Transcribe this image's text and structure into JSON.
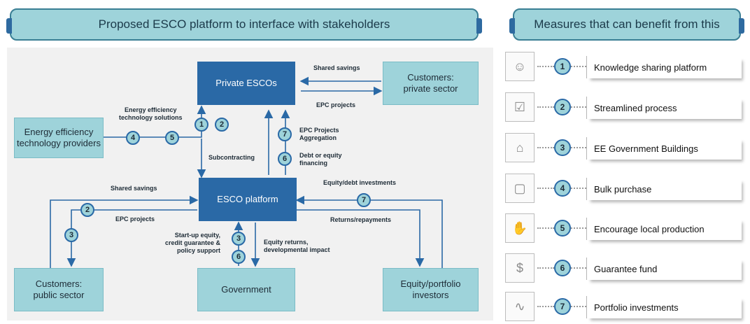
{
  "left_title": "Proposed ESCO platform to interface with stakeholders",
  "right_title": "Measures that can benefit from this",
  "nodes": {
    "private_escos": "Private ESCOs",
    "customers_private": "Customers:\nprivate sector",
    "ee_providers": "Energy efficiency\ntechnology providers",
    "esco_platform": "ESCO platform",
    "customers_public": "Customers:\npublic sector",
    "government": "Government",
    "equity_investors": "Equity/portfolio\ninvestors"
  },
  "labels": {
    "shared_savings_top": "Shared savings",
    "epc_projects_top": "EPC projects",
    "ee_tech_solutions": "Energy efficiency\ntechnology solutions",
    "subcontracting": "Subcontracting",
    "epc_aggregation": "EPC Projects\nAggregation",
    "debt_equity": "Debt or equity\nfinancing",
    "shared_savings_left": "Shared savings",
    "epc_projects_left": "EPC projects",
    "equity_debt_investments": "Equity/debt investments",
    "returns_repayments": "Returns/repayments",
    "startup_equity": "Start-up equity,\ncredit guarantee &\npolicy support",
    "equity_returns": "Equity returns,\ndevelopmental impact"
  },
  "markers": [
    "1",
    "2",
    "4",
    "5",
    "7",
    "6",
    "2",
    "3",
    "7",
    "3",
    "6"
  ],
  "measures": [
    {
      "num": "1",
      "text": "Knowledge sharing platform",
      "icon": "brain-head-icon",
      "glyph": "☺"
    },
    {
      "num": "2",
      "text": "Streamlined process",
      "icon": "checklist-icon",
      "glyph": "☑"
    },
    {
      "num": "3",
      "text": "EE Government Buildings",
      "icon": "government-building-icon",
      "glyph": "⌂"
    },
    {
      "num": "4",
      "text": "Bulk purchase",
      "icon": "shopping-bag-icon",
      "glyph": "▢"
    },
    {
      "num": "5",
      "text": "Encourage local production",
      "icon": "handshake-icon",
      "glyph": "✋"
    },
    {
      "num": "6",
      "text": "Guarantee fund",
      "icon": "money-hand-icon",
      "glyph": "$"
    },
    {
      "num": "7",
      "text": "Portfolio investments",
      "icon": "chart-line-icon",
      "glyph": "∿"
    }
  ],
  "colors": {
    "teal": "#9ed3da",
    "blue": "#2a69a6",
    "background": "#f1f1f1"
  }
}
